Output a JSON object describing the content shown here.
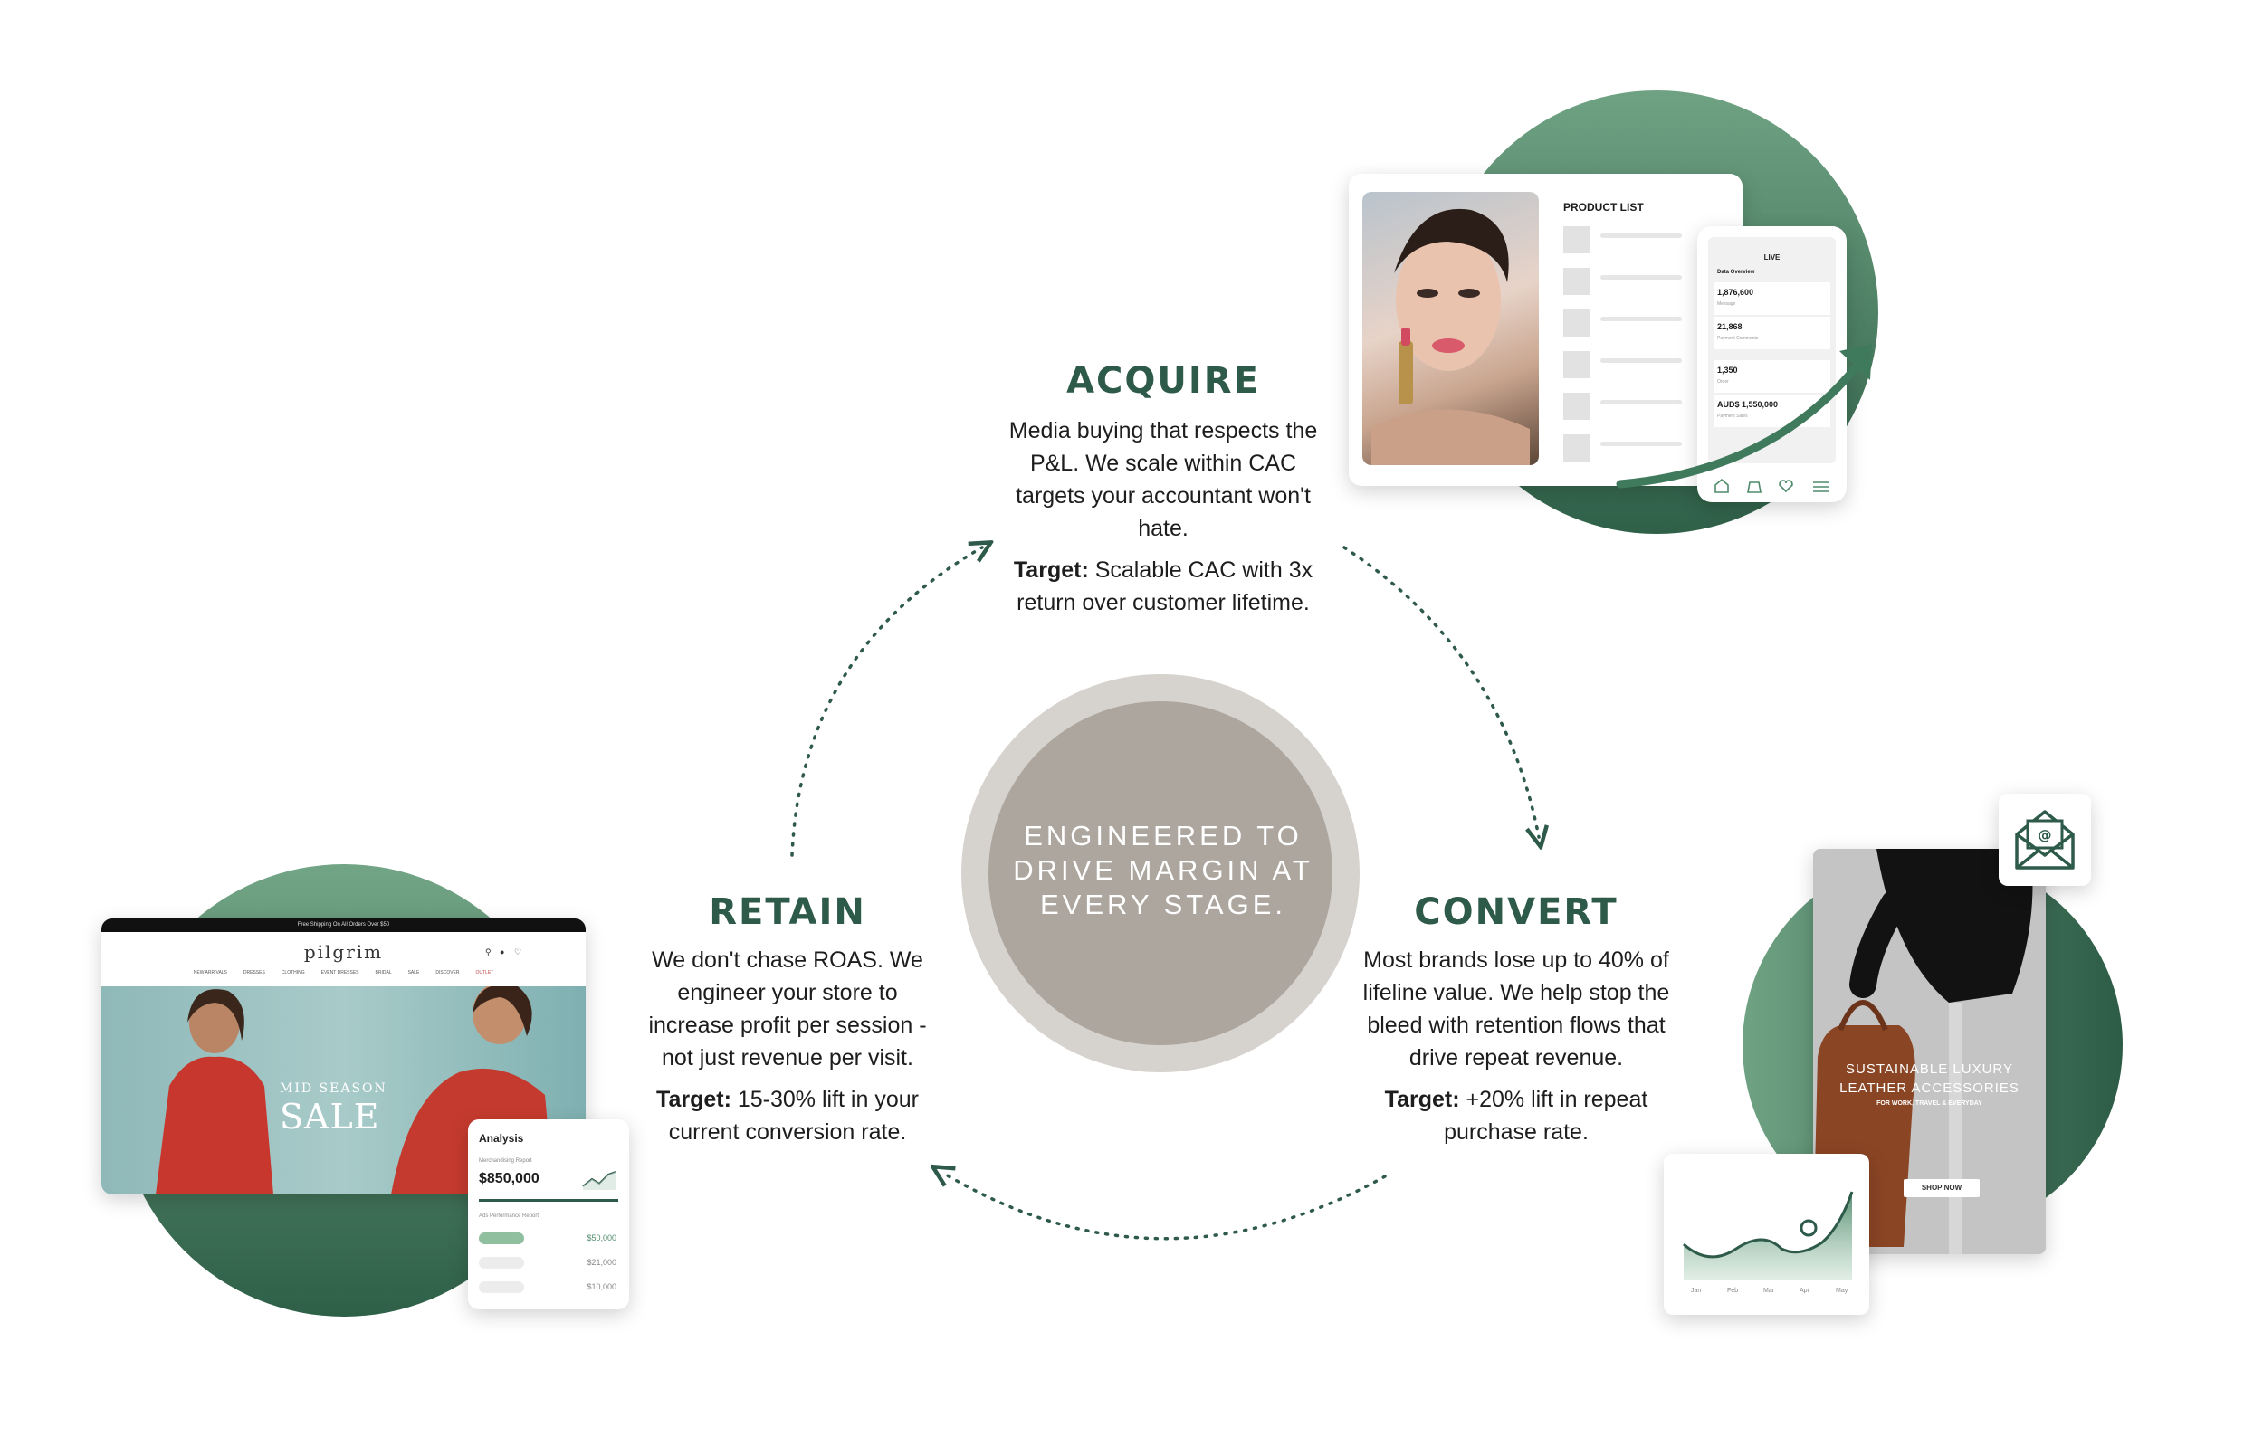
{
  "center": {
    "text": "ENGINEERED TO DRIVE MARGIN AT EVERY STAGE."
  },
  "acquire": {
    "title": "ACQUIRE",
    "body": "Media buying that respects the P&L. We scale within CAC targets your accountant won't hate.",
    "target_label": "Target:",
    "target_text": " Scalable CAC with 3x return over customer lifetime."
  },
  "retain": {
    "title": "RETAIN",
    "body": "We don't chase ROAS. We engineer your store to increase profit per session - not just revenue per visit.",
    "target_label": "Target:",
    "target_text": " 15-30% lift in your current conversion rate."
  },
  "convert": {
    "title": "CONVERT",
    "body": "Most brands lose up to 40% of lifeline value. We help stop the bleed with retention flows that drive repeat revenue.",
    "target_label": "Target:",
    "target_text": " +20% lift in repeat purchase rate."
  },
  "acquire_mockup": {
    "list_title": "PRODUCT LIST",
    "phone_badge": "LIVE",
    "phone_heading": "Data Overview",
    "metrics": [
      {
        "value": "1,876,600",
        "label": "Message"
      },
      {
        "value": "21,868",
        "label": "Payment Comments"
      },
      {
        "value": "1,350",
        "label": "Order"
      },
      {
        "value": "AUD$ 1,550,000",
        "label": "Payment Sales"
      }
    ]
  },
  "retain_mockup": {
    "banner": "Free Shipping On All Orders Over $50",
    "brand": "pilgrim",
    "nav": [
      "NEW ARRIVALS",
      "DRESSES",
      "CLOTHING",
      "EVENT DRESSES",
      "BRIDAL",
      "SALE",
      "DISCOVER",
      "OUTLET"
    ],
    "hero_line1": "MID SEASON",
    "hero_line2": "SALE",
    "analysis": {
      "title": "Analysis",
      "subtitle": "Merchandising Report",
      "amount": "$850,000",
      "section": "Ads Performance Report",
      "rows": [
        "$50,000",
        "$21,000",
        "$10,000"
      ]
    }
  },
  "convert_mockup": {
    "headline1": "SUSTAINABLE LUXURY",
    "headline2": "LEATHER ACCESSORIES",
    "tagline": "FOR WORK, TRAVEL & EVERYDAY",
    "cta": "SHOP NOW",
    "chart_months": [
      "Jan",
      "Feb",
      "Mar",
      "Apr",
      "May"
    ]
  },
  "colors": {
    "brand_green": "#2e5a4a",
    "circle_green": "#4f8a6a",
    "center_gray": "#aca69f"
  }
}
